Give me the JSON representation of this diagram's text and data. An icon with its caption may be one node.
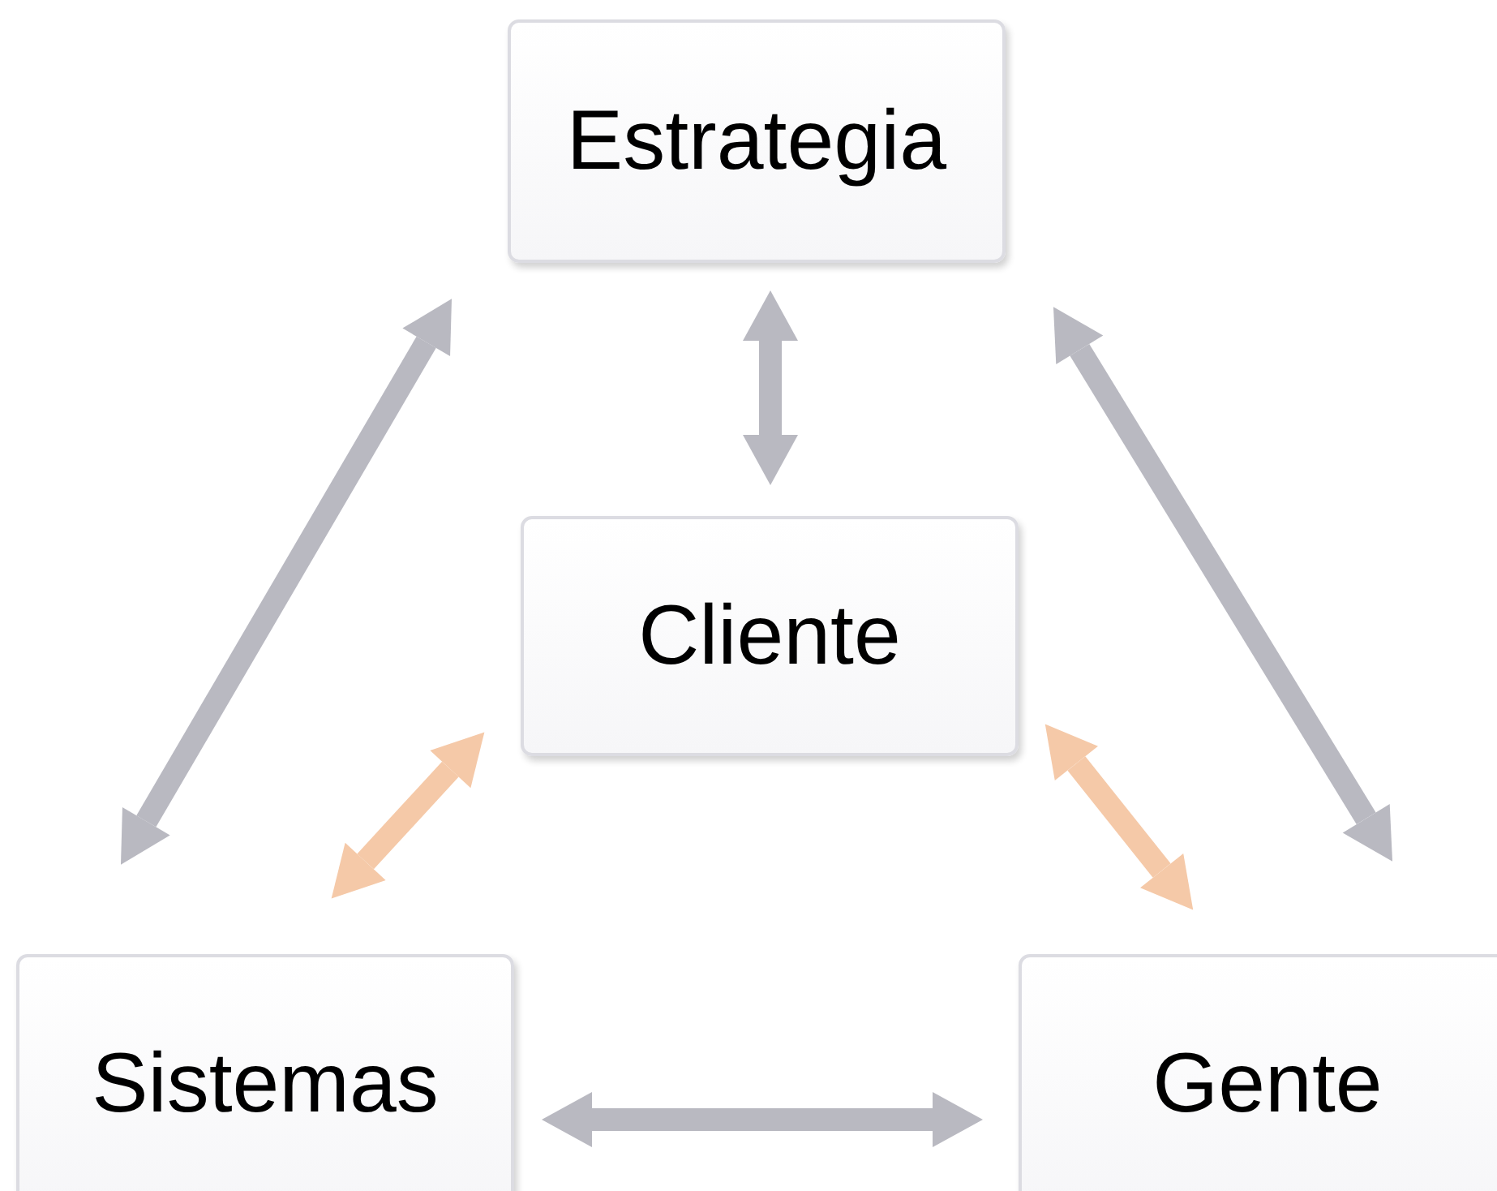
{
  "diagram": {
    "nodes": [
      {
        "text": [
          "Estrategia"
        ]
      },
      {
        "text": [
          "Cliente"
        ]
      },
      {
        "text": [
          "Sistemas"
        ]
      },
      {
        "text": [
          "Gente"
        ]
      }
    ],
    "edges": [
      {
        "from": 0,
        "to": 1,
        "arrow": "both"
      },
      {
        "from": 0,
        "to": 2,
        "arrow": "both"
      },
      {
        "from": 0,
        "to": 3,
        "arrow": "both"
      },
      {
        "from": 1,
        "to": 2,
        "arrow": "both",
        "color": "#f5c9a8"
      },
      {
        "from": 1,
        "to": 3,
        "arrow": "both",
        "color": "#f5c9a8"
      },
      {
        "from": 2,
        "to": 3,
        "arrow": "both"
      }
    ]
  }
}
